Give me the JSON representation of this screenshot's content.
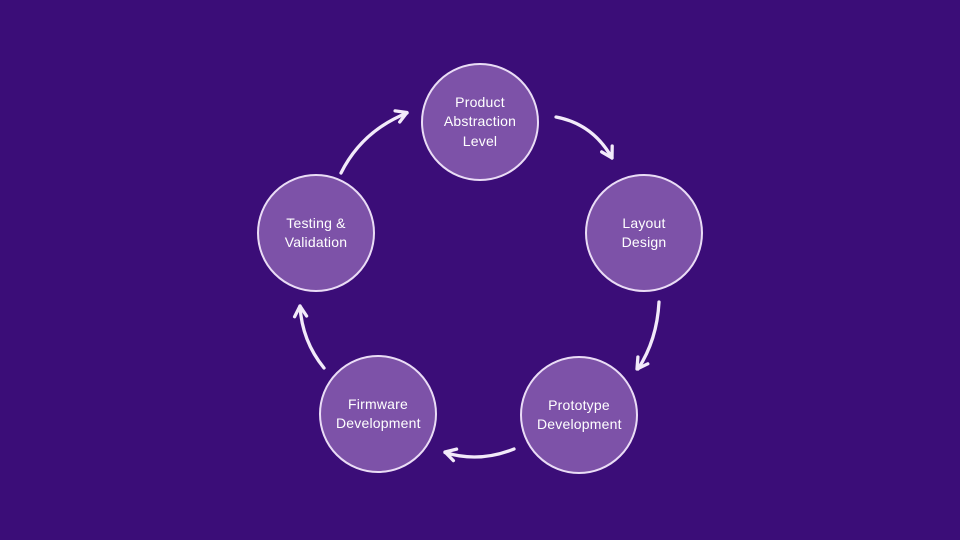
{
  "colors": {
    "background": "#3b0d78",
    "node_fill": "#7d52a8",
    "node_border": "#eadcf6",
    "arrow": "#f2eafa",
    "text": "#ffffff"
  },
  "diagram": {
    "type": "cycle",
    "direction": "clockwise",
    "nodes": [
      {
        "id": "product-abstraction-level",
        "label": "Product Abstraction Level",
        "position": "top"
      },
      {
        "id": "layout-design",
        "label": "Layout Design",
        "position": "right"
      },
      {
        "id": "prototype-development",
        "label": "Prototype Development",
        "position": "bottom-right"
      },
      {
        "id": "firmware-development",
        "label": "Firmware Development",
        "position": "bottom-left"
      },
      {
        "id": "testing-validation",
        "label": "Testing & Validation",
        "position": "left"
      }
    ],
    "arrows": [
      {
        "from": "Product Abstraction Level",
        "to": "Layout Design"
      },
      {
        "from": "Layout Design",
        "to": "Prototype Development"
      },
      {
        "from": "Prototype Development",
        "to": "Firmware Development"
      },
      {
        "from": "Firmware Development",
        "to": "Testing & Validation"
      },
      {
        "from": "Testing & Validation",
        "to": "Product Abstraction Level"
      }
    ]
  }
}
